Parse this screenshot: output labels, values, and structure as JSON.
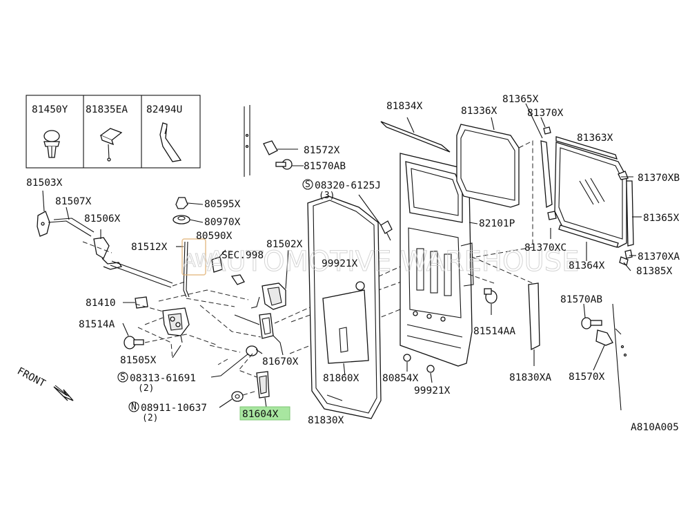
{
  "inset_box": {
    "col1": "81450Y",
    "col2": "81835EA",
    "col3": "82494U"
  },
  "labels": {
    "l81503X": "81503X",
    "l81507X": "81507X",
    "l81506X": "81506X",
    "l81512X": "81512X",
    "l81410": "81410",
    "l81514A": "81514A",
    "l81505X": "81505X",
    "l80595X": "80595X",
    "l80970X": "80970X",
    "l80590X": "80590X",
    "lsec": "SEC.998",
    "l81502X": "81502X",
    "l81572X": "81572X",
    "l81570AB": "81570AB",
    "l08320": "08320-6125J",
    "l08320q": "(3)",
    "l99921a": "99921X",
    "l81670X": "81670X",
    "l08313": "08313-61691",
    "l08313q": "(2)",
    "l08911": "08911-10637",
    "l08911q": "(2)",
    "l81604X": "81604X",
    "l81834X": "81834X",
    "l81336X": "81336X",
    "l82101P": "82101P",
    "l81365Xa": "81365X",
    "l81370X": "81370X",
    "l81363X": "81363X",
    "l81370XB": "81370XB",
    "l81365Xb": "81365X",
    "l81370XC": "81370XC",
    "l81364X": "81364X",
    "l81370XA": "81370XA",
    "l81385X": "81385X",
    "l81514AA": "81514AA",
    "l81860X": "81860X",
    "l80854X": "80854X",
    "l99921b": "99921X",
    "l81830XA": "81830XA",
    "l81830X": "81830X",
    "l81570ABb": "81570AB",
    "l81570X": "81570X",
    "front": "FRONT",
    "diagram_code": "A810A005",
    "circ_s1": "S",
    "circ_s2": "S",
    "circ_n": "N"
  },
  "watermark": {
    "badge": "AW",
    "text": "AUTOMOTIVE WAREHOUSE"
  },
  "colors": {
    "highlight": "#a8e6a0",
    "line": "#111111",
    "watermark": "#d0a060"
  }
}
